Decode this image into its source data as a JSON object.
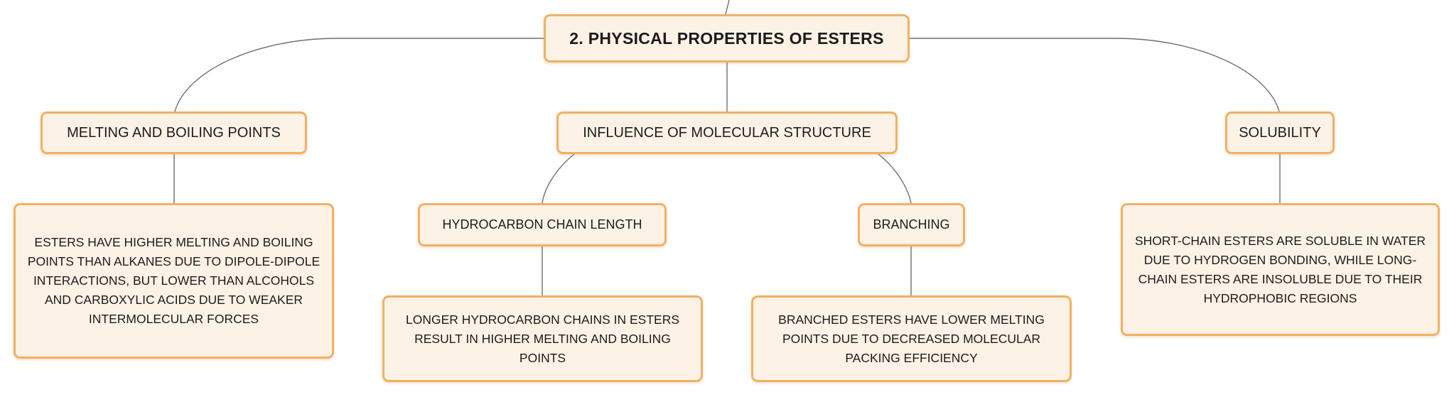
{
  "diagram": {
    "root": {
      "label": "2. PHYSICAL PROPERTIES OF ESTERS"
    },
    "topics": {
      "melting_boiling": {
        "label": "MELTING AND BOILING POINTS",
        "detail": "ESTERS HAVE HIGHER MELTING AND BOILING POINTS THAN ALKANES DUE TO DIPOLE-DIPOLE INTERACTIONS, BUT LOWER THAN ALCOHOLS AND CARBOXYLIC ACIDS DUE TO WEAKER INTERMOLECULAR FORCES"
      },
      "molecular_structure": {
        "label": "INFLUENCE OF MOLECULAR STRUCTURE",
        "subtopics": {
          "chain_length": {
            "label": "HYDROCARBON CHAIN LENGTH",
            "detail": "LONGER HYDROCARBON CHAINS IN ESTERS RESULT IN HIGHER MELTING AND BOILING POINTS"
          },
          "branching": {
            "label": "BRANCHING",
            "detail": "BRANCHED ESTERS HAVE LOWER MELTING POINTS DUE TO DECREASED MOLECULAR PACKING EFFICIENCY"
          }
        }
      },
      "solubility": {
        "label": "SOLUBILITY",
        "detail": "SHORT-CHAIN ESTERS ARE SOLUBLE IN WATER DUE TO HYDROGEN BONDING, WHILE LONG-CHAIN ESTERS ARE INSOLUBLE DUE TO THEIR HYDROPHOBIC REGIONS"
      }
    }
  },
  "colors": {
    "node_fill": "#fdf2e6",
    "node_border": "#f3b063",
    "connector": "#6f6f6f",
    "text": "#1c1c1c"
  }
}
